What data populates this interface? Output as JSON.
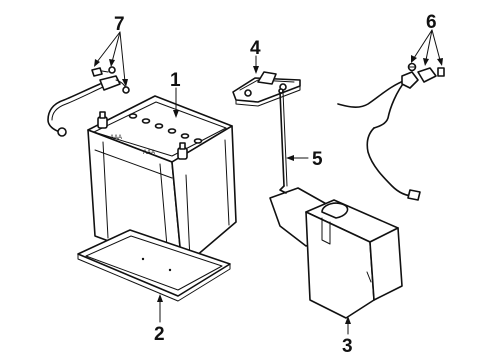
{
  "callouts": {
    "battery": "1",
    "tray": "2",
    "battery_box": "3",
    "hold_down": "4",
    "hold_down_rod": "5",
    "negative_cable": "6",
    "positive_cable": "7"
  },
  "battery_markings": {
    "left": "AAA",
    "right": "AAA"
  }
}
